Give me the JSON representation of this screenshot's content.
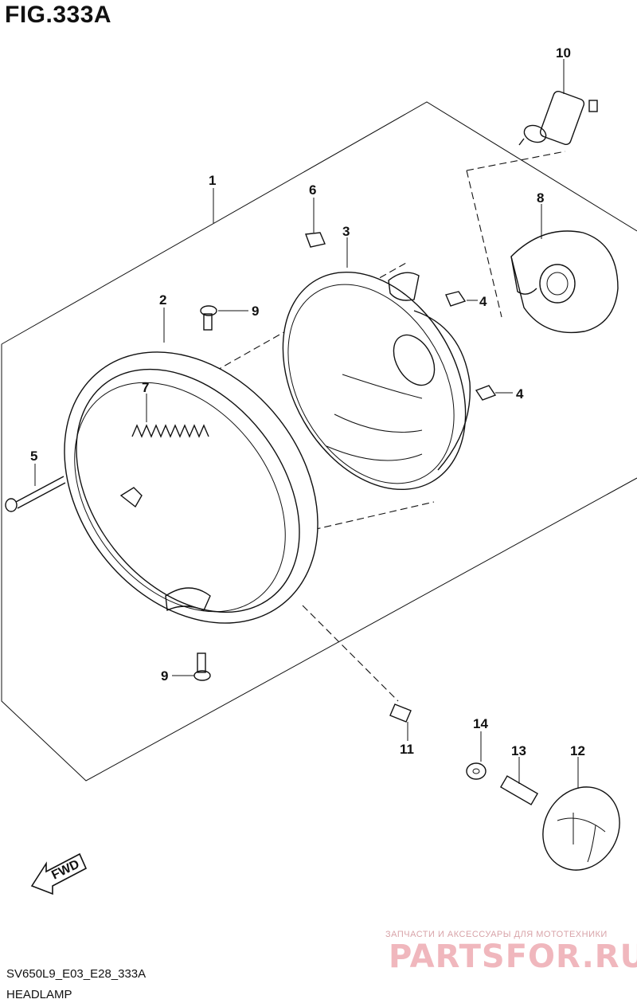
{
  "figure": {
    "title": "FIG.333A",
    "code": "SV650L9_E03_E28_333A",
    "caption": "HEADLAMP"
  },
  "callouts": {
    "c1": "1",
    "c2": "2",
    "c3": "3",
    "c4a": "4",
    "c4b": "4",
    "c5": "5",
    "c6": "6",
    "c7": "7",
    "c8": "8",
    "c9a": "9",
    "c9b": "9",
    "c10": "10",
    "c11": "11",
    "c12": "12",
    "c13": "13",
    "c14": "14"
  },
  "direction_arrow": {
    "label": "FWD"
  },
  "watermark": {
    "subtitle": "ЗАПЧАСТИ И АКСЕССУАРЫ ДЛЯ МОТОТЕХНИКИ",
    "brand": "PARTSFOR.RU"
  }
}
